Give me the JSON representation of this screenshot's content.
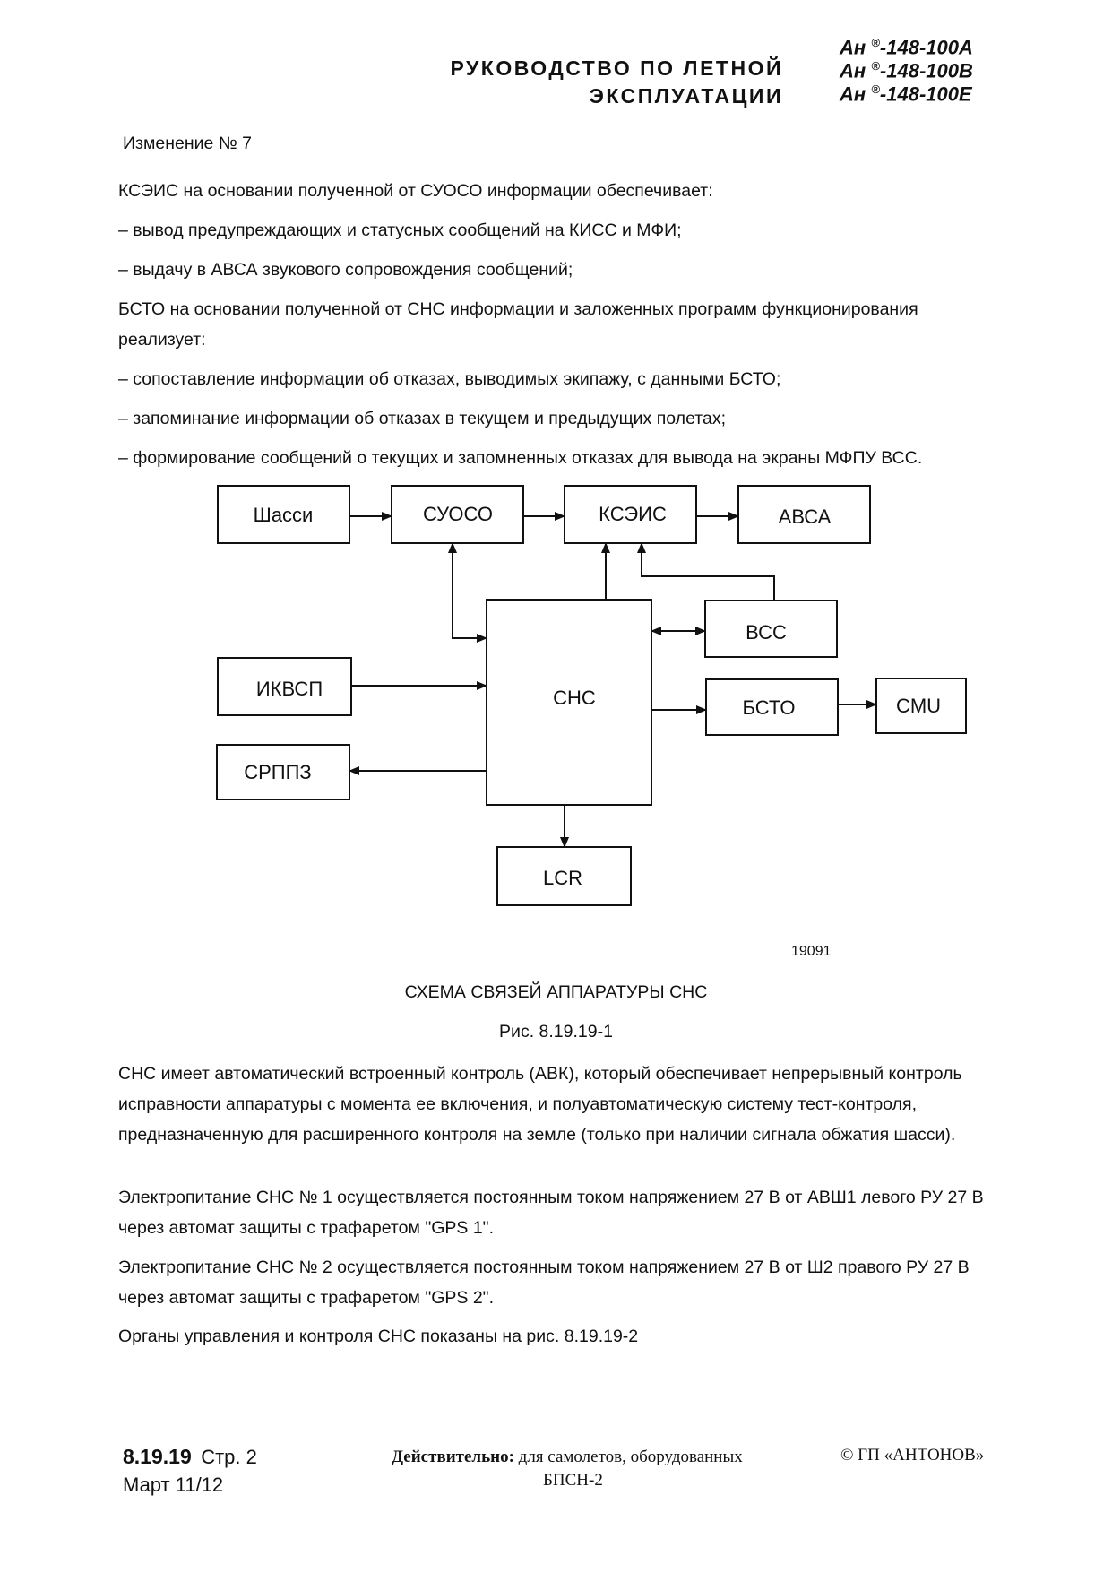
{
  "header": {
    "title_line1": "РУКОВОДСТВО ПО ЛЕТНОЙ",
    "title_line2": "ЭКСПЛУАТАЦИИ",
    "models": [
      {
        "prefix": "Ан",
        "mark": "®",
        "suffix": "-148-100A"
      },
      {
        "prefix": "Ан",
        "mark": "®",
        "suffix": "-148-100B"
      },
      {
        "prefix": "Ан",
        "mark": "®",
        "suffix": "-148-100E"
      }
    ]
  },
  "change_note": "Изменение № 7",
  "text": {
    "p1": "КСЭИС на основании полученной от СУОСО информации обеспечивает:",
    "p1_item1": "– вывод предупреждающих и статусных сообщений на КИСС и МФИ;",
    "p1_item2": "– выдачу в АВСА звукового сопровождения сообщений;",
    "p2": "БСТО на основании полученной от СНС информации и заложенных программ функционирования реализует:",
    "p2_item1": "– сопоставление информации об отказах, выводимых экипажу, с данными БСТО;",
    "p2_item2": "– запоминание информации об отказах в текущем и предыдущих полетах;",
    "p2_item3": "– формирование сообщений о текущих и запомненных отказах для вывода на экраны МФПУ ВСС."
  },
  "diagram": {
    "blocks": {
      "shassi": "Шасси",
      "suoso": "СУОСО",
      "kseis": "КСЭИС",
      "avsa": "АВСА",
      "vss": "ВСС",
      "ikvsp": "ИКВСП",
      "sns": "СНС",
      "bsto": "БСТО",
      "cmu": "CMU",
      "srppz": "СРППЗ",
      "lcr": "LCR"
    },
    "figure_code": "19091"
  },
  "figure": {
    "title": "СХЕМА СВЯЗЕЙ АППАРАТУРЫ СНС",
    "number": "Рис. 8.19.19-1"
  },
  "text2": {
    "p3": "СНС имеет автоматический встроенный контроль (АВК), который обеспечивает непрерывный контроль исправности аппаратуры с момента ее включения, и полуавтоматическую систему тест-контроля, предназначенную для расширенного контроля на земле (только при наличии сигнала обжатия шасси).",
    "p4": "Электропитание СНС № 1 осуществляется  постоянным током напряжением 27 В от АВШ1 левого РУ 27 В через автомат защиты с трафаретом \"GPS 1\".",
    "p5": "Электропитание СНС № 2 осуществляется постоянным током напряжением 27 В от Ш2 правого РУ 27 В через автомат защиты с трафаретом \"GPS 2\".",
    "p6": "Органы управления и контроля СНС показаны на рис. 8.19.19-2"
  },
  "footer": {
    "section": "8.19.19",
    "page": "Стр. 2",
    "date": "Март 11/12",
    "validity_label": "Действительно:",
    "validity_text": "для самолетов, оборудованных",
    "validity_text2": "БПСН-2",
    "copyright": "© ГП «АНТОНОВ»"
  }
}
